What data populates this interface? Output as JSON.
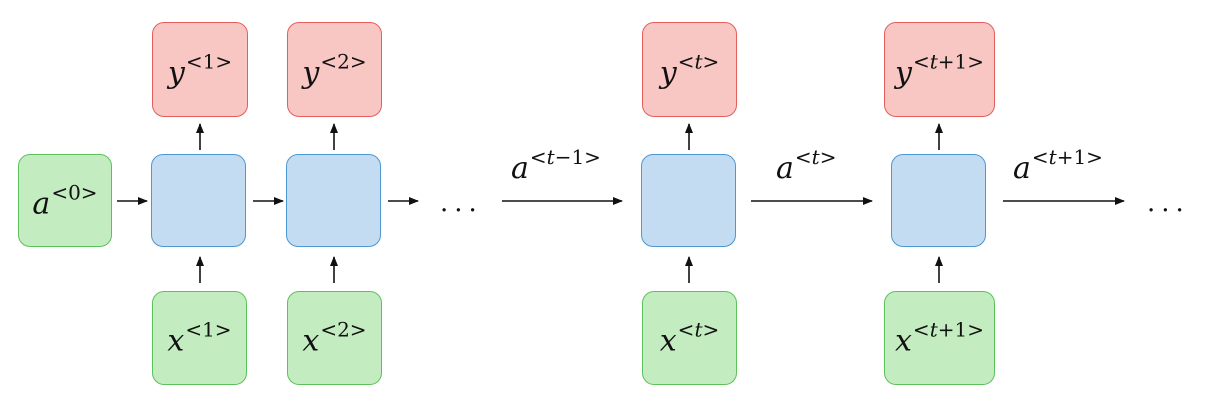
{
  "nodes": {
    "a0": {
      "var": "a",
      "sup": "<0>"
    },
    "y1": {
      "var": "y",
      "sup": "<1>"
    },
    "y2": {
      "var": "y",
      "sup": "<2>"
    },
    "yt": {
      "var": "y",
      "sup_pre": "<",
      "sup_it": "t",
      "sup_post": ">"
    },
    "yt1": {
      "var": "y",
      "sup_pre": "<",
      "sup_it": "t",
      "sup_post": "+1>"
    },
    "x1": {
      "var": "x",
      "sup": "<1>"
    },
    "x2": {
      "var": "x",
      "sup": "<2>"
    },
    "xt": {
      "var": "x",
      "sup_pre": "<",
      "sup_it": "t",
      "sup_post": ">"
    },
    "xt1": {
      "var": "x",
      "sup_pre": "<",
      "sup_it": "t",
      "sup_post": "+1>"
    }
  },
  "arrow_labels": {
    "atm1": {
      "var": "a",
      "sup_pre": "<",
      "sup_it": "t",
      "sup_post": "−1>"
    },
    "at": {
      "var": "a",
      "sup_pre": "<",
      "sup_it": "t",
      "sup_post": ">"
    },
    "atp1": {
      "var": "a",
      "sup_pre": "<",
      "sup_it": "t",
      "sup_post": "+1>"
    }
  },
  "ellipsis": "···"
}
